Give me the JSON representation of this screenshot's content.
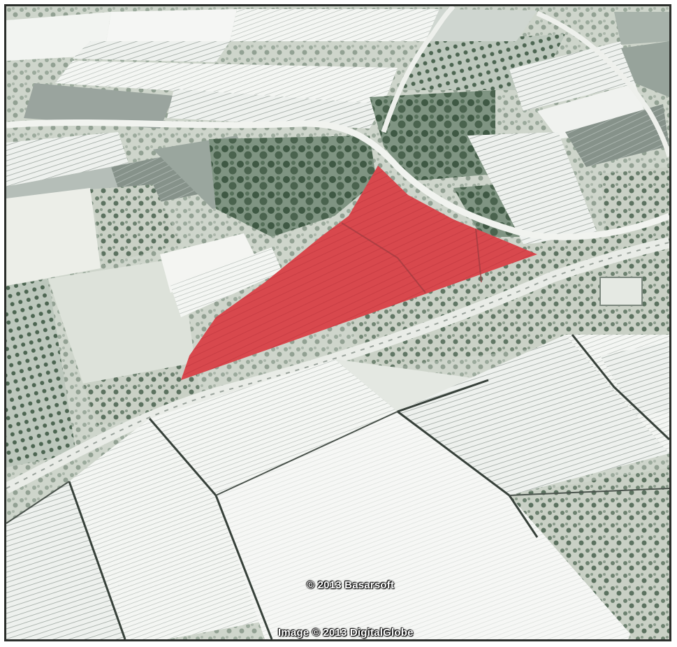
{
  "map": {
    "type": "satellite-aerial",
    "highlight_color": "#d8484d",
    "credits": {
      "basarsoft": "© 2013 Basarsoft",
      "digitalglobe": "Image © 2013 DigitalGlobe"
    }
  }
}
